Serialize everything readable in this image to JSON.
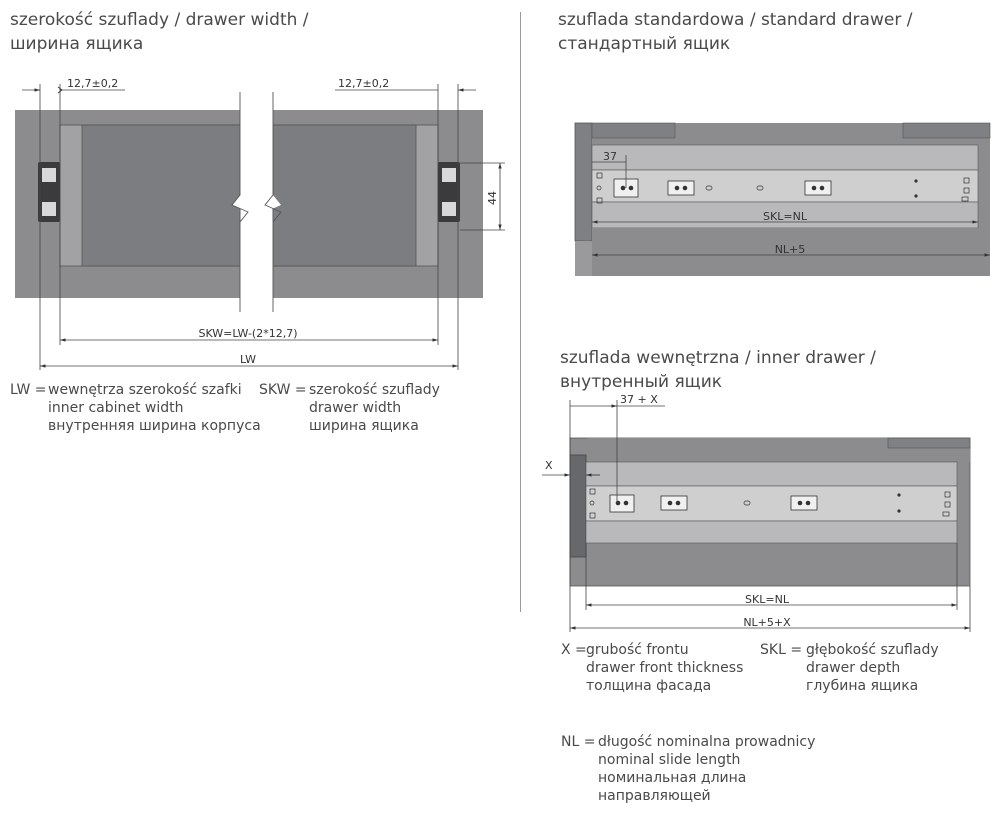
{
  "width_section": {
    "title_line1": "szerokość szuflady / drawer width /",
    "title_line2": "ширина ящика",
    "dim_left": "12,7±0,2",
    "dim_right": "12,7±0,2",
    "dim_height": "44",
    "dim_skw": "SKW=LW-(2*12,7)",
    "dim_lw": "LW"
  },
  "standard_section": {
    "title_line1": "szuflada standardowa / standard drawer /",
    "title_line2": "стандартный ящик",
    "dim_37": "37",
    "dim_skl": "SKL=NL",
    "dim_nl5": "NL+5"
  },
  "inner_section": {
    "title_line1": "szuflada wewnętrzna / inner drawer /",
    "title_line2": "внутренный ящик",
    "dim_37x": "37 + X",
    "dim_x": "X",
    "dim_skl": "SKL=NL",
    "dim_nl5x": "NL+5+X"
  },
  "legends": {
    "lw": {
      "key": "LW =",
      "lines": [
        "wewnętrza szerokość szafki",
        "inner cabinet width",
        "внутренняя ширина корпуса"
      ]
    },
    "skw": {
      "key": "SKW =",
      "lines": [
        "szerokość szuflady",
        "drawer width",
        "ширина ящика"
      ]
    },
    "x": {
      "key": "X =",
      "lines": [
        "grubość frontu",
        "drawer front thickness",
        "толщина фасада"
      ]
    },
    "skl": {
      "key": "SKL =",
      "lines": [
        "głębokość szuflady",
        "drawer depth",
        "глубина ящика"
      ]
    },
    "nl": {
      "key": "NL =",
      "lines": [
        "długość nominalna prowadnicy",
        "nominal slide length",
        "номинальная длина",
        "направляющей"
      ]
    }
  },
  "colors": {
    "cabinet": "#8c8c8f",
    "drawer": "#7f8083",
    "panel": "#cfcfd0",
    "edge": "#555555",
    "line": "#444444"
  }
}
